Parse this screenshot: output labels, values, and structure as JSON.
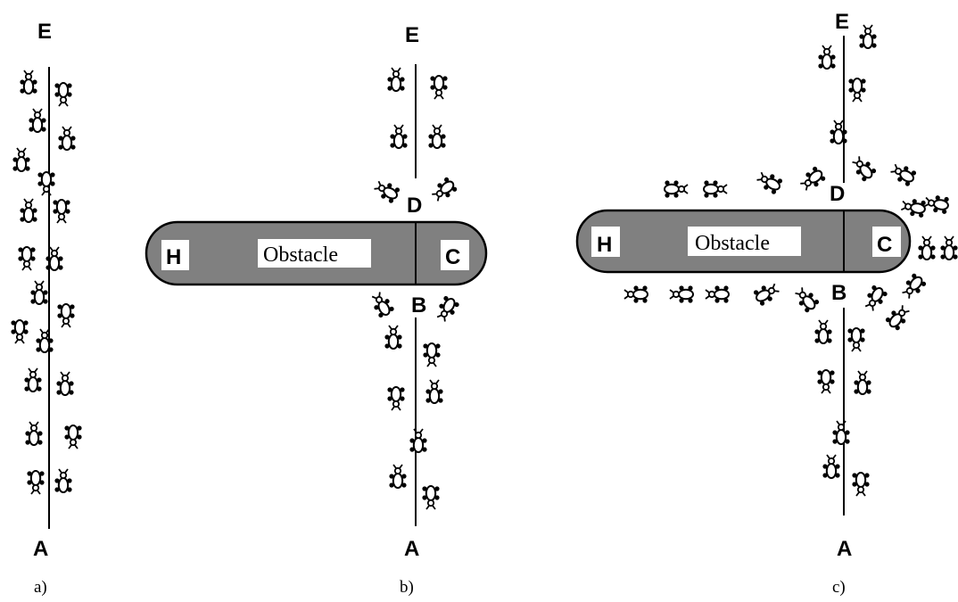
{
  "panels": [
    {
      "caption": "a)",
      "top_label": "E",
      "bottom_label": "A"
    },
    {
      "caption": "b)",
      "top_label": "E",
      "bottom_label": "A",
      "obstacle": {
        "text": "Obstacle",
        "left_label": "H",
        "right_label": "C",
        "top_label": "D",
        "bottom_label": "B"
      }
    },
    {
      "caption": "c)",
      "top_label": "E",
      "bottom_label": "A",
      "obstacle": {
        "text": "Obstacle",
        "left_label": "H",
        "right_label": "C",
        "top_label": "D",
        "bottom_label": "B"
      }
    }
  ],
  "colors": {
    "obstacle_fill": "#808080",
    "ink": "#000000",
    "background": "#ffffff"
  },
  "icons": {
    "ant": "ant-icon"
  }
}
